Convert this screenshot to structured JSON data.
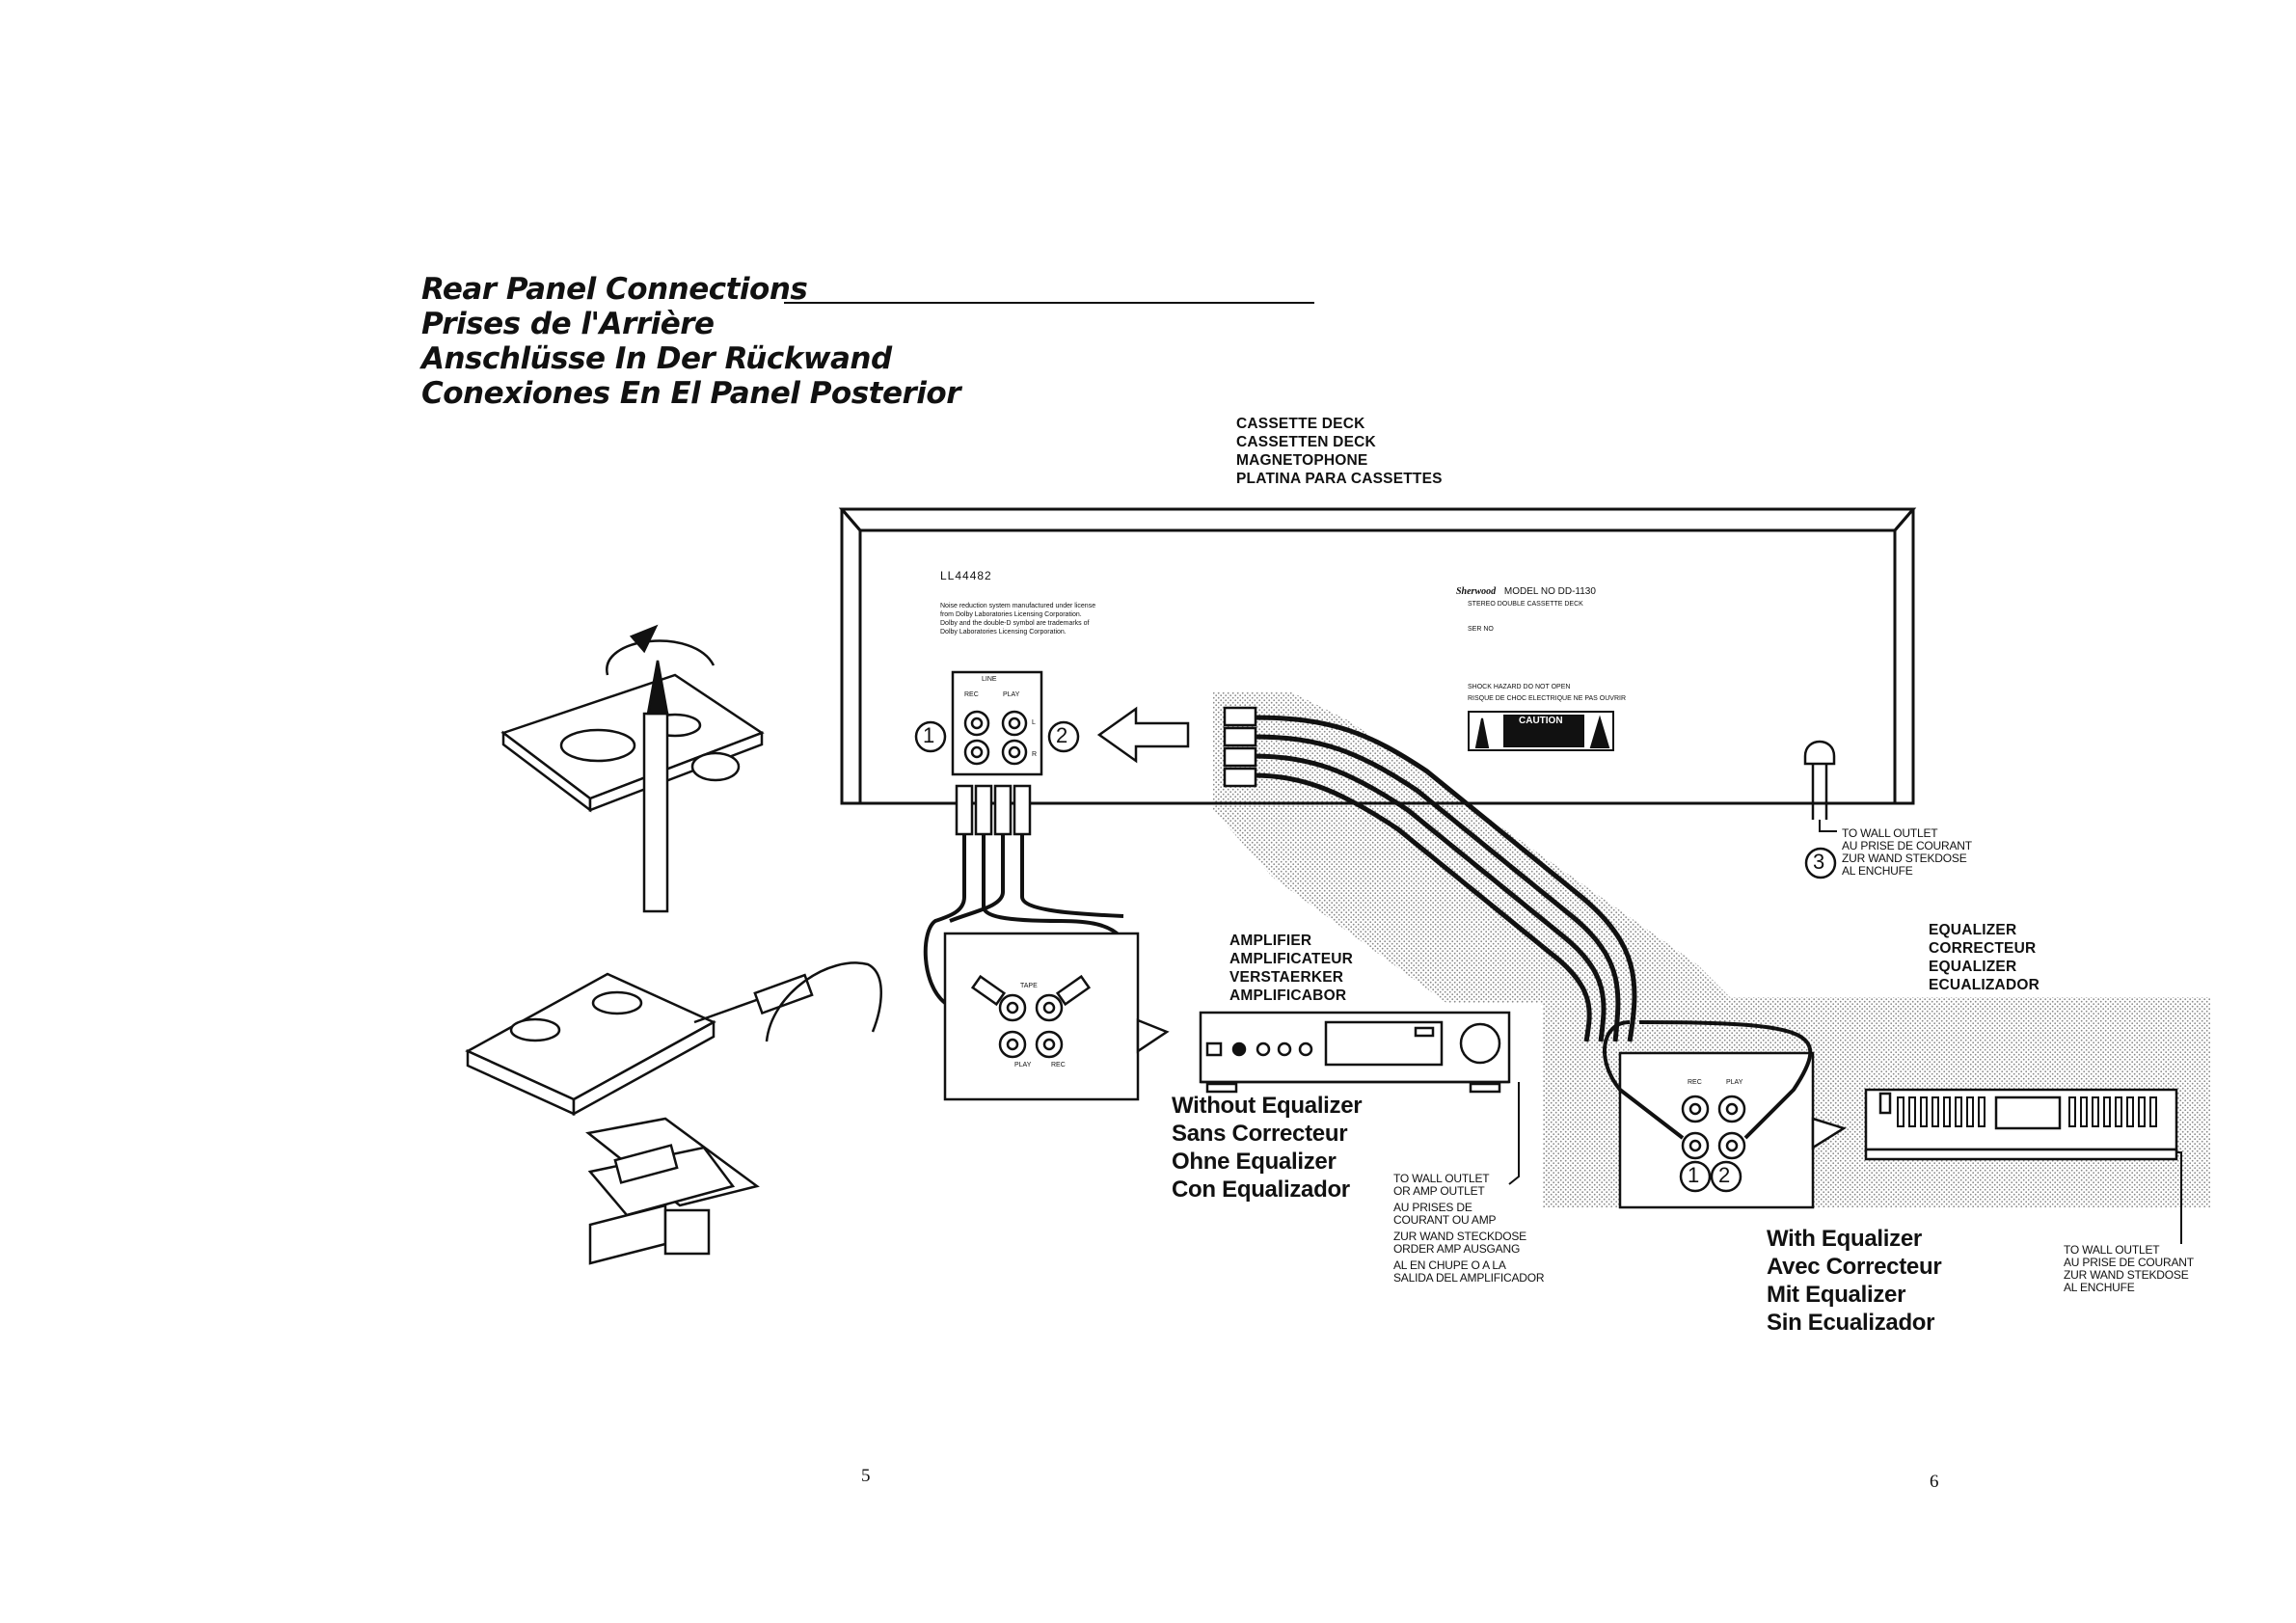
{
  "heading": {
    "lines": [
      "Rear Panel Connections",
      "Prises de l'Arrière",
      "Anschlüsse In Der Rückwand",
      "Conexiones En El Panel Posterior"
    ]
  },
  "cassette_deck": {
    "label_lines": [
      "CASSETTE DECK",
      "CASSETTEN DECK",
      "MAGNETOPHONE",
      "PLATINA PARA CASSETTES"
    ],
    "panel_code": "LL44482",
    "dolby_notice": [
      "Noise reduction system manufactured under license",
      "from Dolby Laboratories Licensing Corporation.",
      "Dolby and the double-D symbol are trademarks of",
      "Dolby Laboratories Licensing Corporation."
    ],
    "brand": "Sherwood",
    "model_line": "MODEL NO DD-1130",
    "model_sub": "STEREO DOUBLE CASSETTE DECK",
    "ser_no": "SER NO",
    "shock_warning_en": "SHOCK HAZARD DO NOT OPEN",
    "shock_warning_fr": "RISQUE DE CHOC ELECTRIQUE NE PAS OUVRIR",
    "caution": "CAUTION",
    "jack_group_label": "LINE",
    "jack_rec": "REC",
    "jack_play": "PLAY",
    "jack_l": "L",
    "jack_r": "R"
  },
  "callouts": [
    "1",
    "2",
    "3"
  ],
  "wall_outlet_deck": [
    "TO WALL OUTLET",
    "AU PRISE DE COURANT",
    "ZUR WAND STEKDOSE",
    "AL ENCHUFE"
  ],
  "amplifier": {
    "label_lines": [
      "AMPLIFIER",
      "AMPLIFICATEUR",
      "VERSTAERKER",
      "AMPLIFICABOR"
    ],
    "tape_label": "TAPE",
    "jack_play": "PLAY",
    "jack_rec": "REC"
  },
  "without_eq": [
    "Without Equalizer",
    "Sans Correcteur",
    "Ohne Equalizer",
    "Con Equalizador"
  ],
  "wall_outlet_amp": [
    "TO WALL OUTLET",
    "OR AMP OUTLET",
    "AU PRISES DE",
    "COURANT OU AMP",
    "ZUR WAND STECKDOSE",
    "ORDER AMP AUSGANG",
    "AL EN CHUPE O A LA",
    "SALIDA DEL AMPLIFICADOR"
  ],
  "equalizer": {
    "label_lines": [
      "EQUALIZER",
      "CORRECTEUR",
      "EQUALIZER",
      "ECUALIZADOR"
    ],
    "jack_rec": "REC",
    "jack_play": "PLAY"
  },
  "with_eq": [
    "With Equalizer",
    "Avec Correcteur",
    "Mit Equalizer",
    "Sin Ecualizador"
  ],
  "wall_outlet_eq": [
    "TO WALL OUTLET",
    "AU PRISE DE COURANT",
    "ZUR WAND STEKDOSE",
    "AL ENCHUFE"
  ],
  "page_numbers": {
    "left": "5",
    "right": "6"
  },
  "colors": {
    "ink": "#111111",
    "stipple": "#c9c9c9",
    "paper": "#ffffff"
  }
}
